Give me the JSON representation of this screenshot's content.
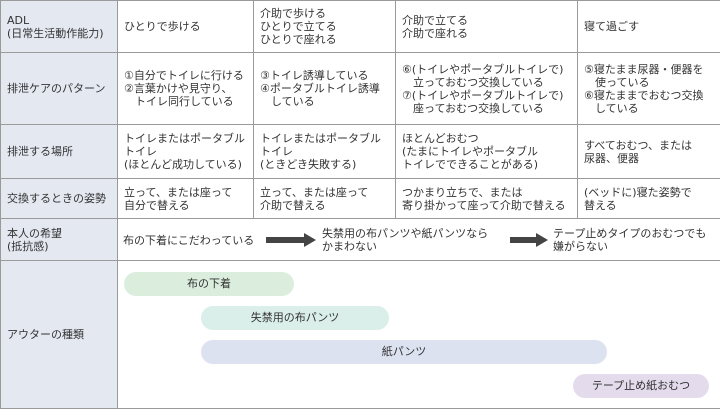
{
  "rows": {
    "adl": {
      "label": "ADL\n(日常生活動作能力)",
      "cells": [
        "ひとりで歩ける",
        "介助で歩ける\nひとりで立てる\nひとりで座れる",
        "介助で立てる\n介助で座れる",
        "寝て過ごす"
      ]
    },
    "care": {
      "label": "排泄ケアのパターン",
      "cells": [
        "①自分でトイレに行ける\n②言葉かけや見守り、\n　トイレ同行している",
        "③トイレ誘導している\n④ポータブルトイレ誘導\n　している",
        "⑥(トイレやポータブルトイレで)\n　立っておむつ交換している\n⑦(トイレやポータブルトイレで)\n　座っておむつ交換している",
        "⑤寝たまま尿器・便器を\n　使っている\n⑥寝たままでおむつ交換\n　している"
      ]
    },
    "place": {
      "label": "排泄する場所",
      "cells": [
        "トイレまたはポータブル\nトイレ\n(ほとんど成功している)",
        "トイレまたはポータブル\nトイレ\n(ときどき失敗する)",
        "ほとんどおむつ\n(たまにトイレやポータブル\nトイレでできることがある)",
        "すべておむつ、または\n尿器、便器"
      ]
    },
    "posture": {
      "label": "交換するときの姿勢",
      "cells": [
        "立って、または座って\n自分で替える",
        "立って、または座って\n介助で替える",
        "つかまり立ちで、または\n寄り掛かって座って介助で替える",
        "(ベッドに)寝た姿勢で\n替える"
      ]
    },
    "wish": {
      "label": "本人の希望\n(抵抗感)",
      "items": [
        "布の下着にこだわっている",
        "失禁用の布パンツや紙パンツなら\nかまわない",
        "テープ止めタイプのおむつでも\n嫌がらない"
      ]
    },
    "outer": {
      "label": "アウターの種類",
      "bars": [
        {
          "label": "布の下着",
          "color": "#dbeede"
        },
        {
          "label": "失禁用の布パンツ",
          "color": "#daeeea"
        },
        {
          "label": "紙パンツ",
          "color": "#dde2f0"
        },
        {
          "label": "テープ止め紙おむつ",
          "color": "#e4dced"
        }
      ]
    }
  },
  "colors": {
    "header_bg": "#e3e8f1",
    "border": "#9a9a9a",
    "arrow": "#444444"
  }
}
